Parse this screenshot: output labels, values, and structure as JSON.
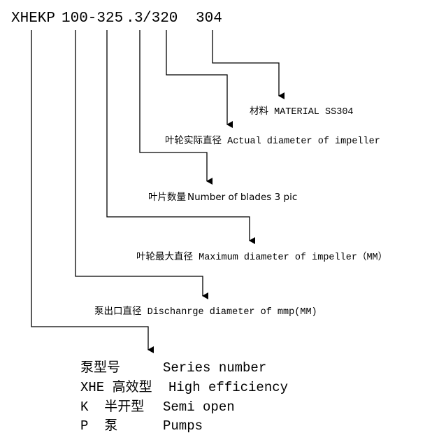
{
  "model_code": {
    "series": "XHEKP",
    "discharge": "100-325",
    "blades_dot": ".",
    "blades": "3",
    "slash_actual": "/320",
    "material": "304"
  },
  "annotations": {
    "material": "材料 MATERIAL SS304",
    "actual_diameter": "叶轮实际直径 Actual diameter of impeller",
    "blades_cn": "叶片数量",
    "blades_en": "Number of blades 3 pic",
    "max_diameter": "叶轮最大直径 Maximum diameter of impeller（MM）",
    "discharge_diameter": "泵出口直径 Dischanrge diameter of mmp(MM)"
  },
  "legend": [
    {
      "code": "泵型号",
      "meaning": "Series number"
    },
    {
      "code": "XHE 高效型",
      "meaning": "High efficiency"
    },
    {
      "code": "K  半开型",
      "meaning": "Semi open"
    },
    {
      "code": "P  泵",
      "meaning": "Pumps"
    }
  ],
  "colors": {
    "line": "#000000",
    "text": "#000000",
    "background": "#ffffff"
  }
}
